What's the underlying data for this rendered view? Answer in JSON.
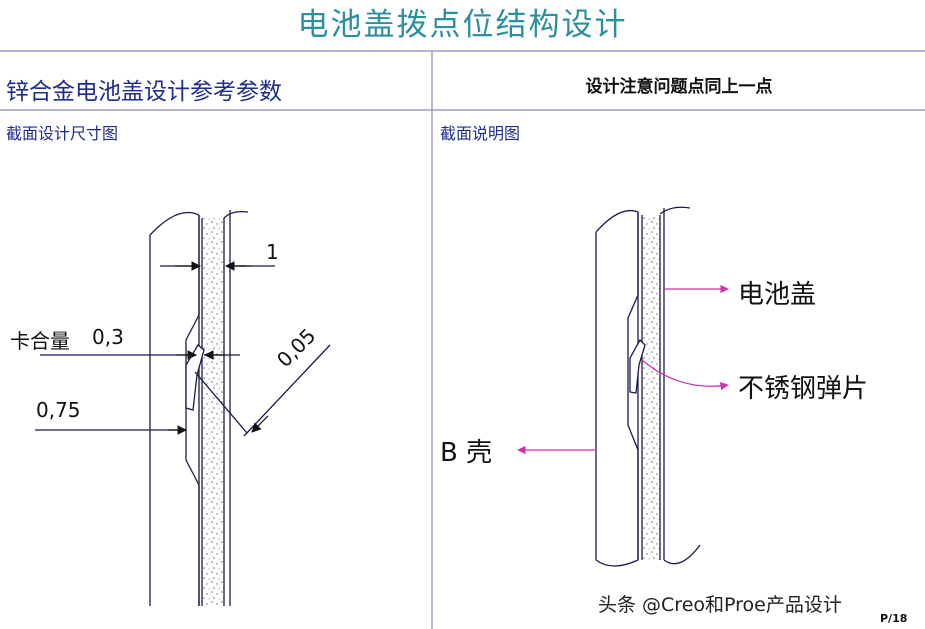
{
  "title": "电池盖拨点位结构设计",
  "left_panel": {
    "heading": "锌合金电池盖设计参考参数",
    "subheading": "截面设计尺寸图",
    "dimensions": {
      "wall": "1",
      "engage_label": "卡合量",
      "engage": "0,3",
      "gap": "0,05",
      "depth": "0,75"
    }
  },
  "right_panel": {
    "heading": "设计注意问题点同上一点",
    "subheading": "截面说明图",
    "labels": {
      "battery_cover": "电池盖",
      "spring": "不锈钢弹片",
      "shell": "B 壳"
    }
  },
  "page_number": "P/18",
  "watermark": "头条 @Creo和Proe产品设计",
  "colors": {
    "title": "#2a8f9e",
    "heading": "#1e2c8c",
    "frame": "#8a8ab8",
    "outline": "#1a1a4a",
    "leader": "#cc33aa"
  }
}
